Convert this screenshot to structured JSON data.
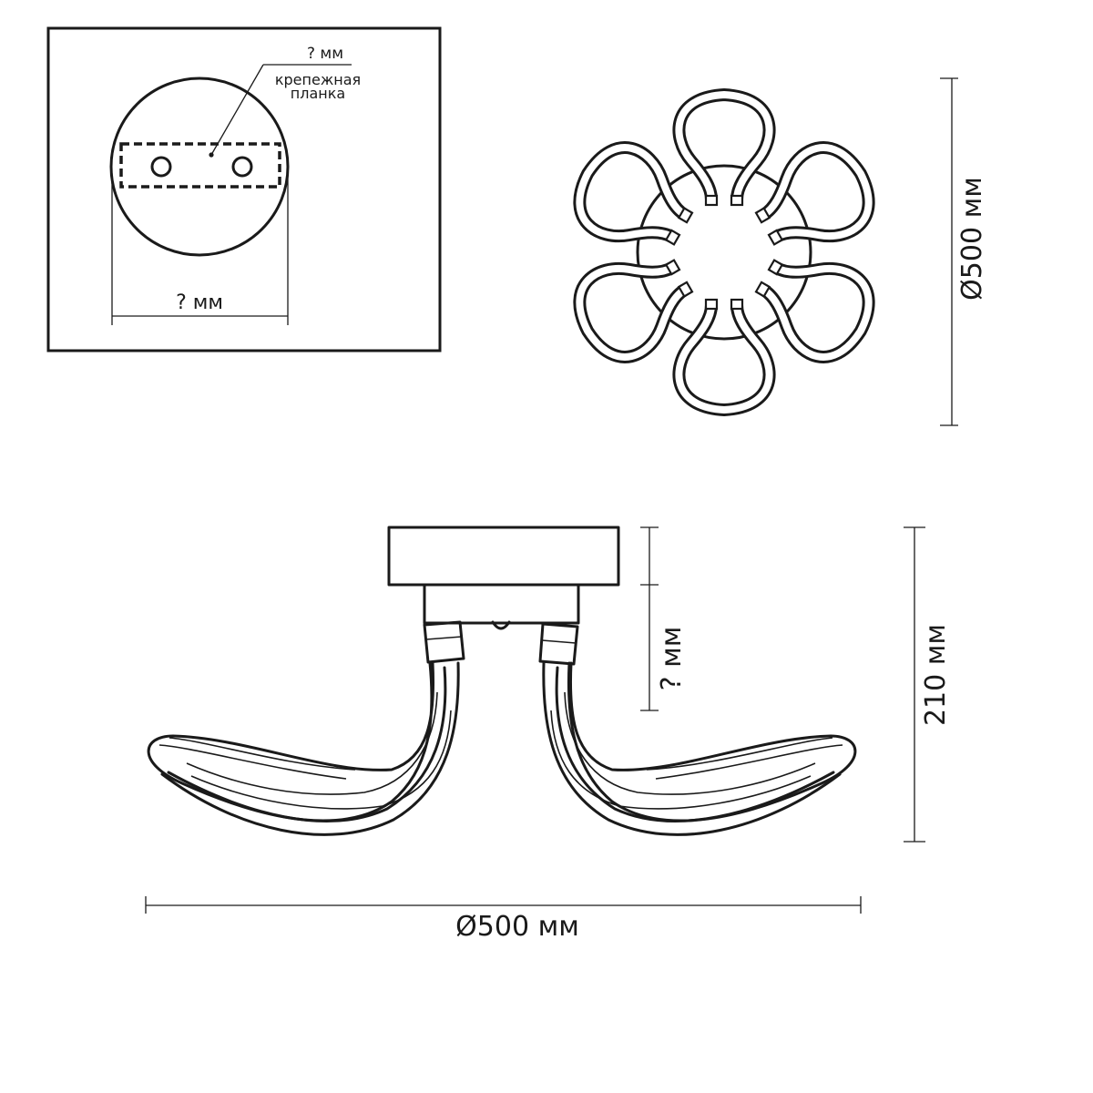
{
  "mount_detail": {
    "plate_length_label": "? мм",
    "bracket_label_line1": "крепежная",
    "bracket_label_line2": "планка",
    "base_diameter_label": "? мм"
  },
  "top_view": {
    "diameter_label": "Ø500 мм"
  },
  "side_view": {
    "canopy_height_label": "? мм",
    "height_label": "210 мм",
    "width_label": "Ø500 мм"
  }
}
